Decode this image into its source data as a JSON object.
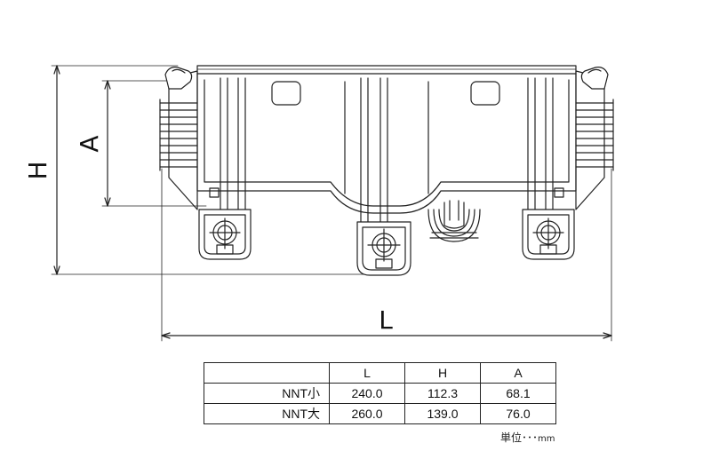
{
  "drawing": {
    "dim_labels": {
      "length": "L",
      "height": "H",
      "a": "A"
    }
  },
  "table": {
    "headers": [
      "",
      "L",
      "H",
      "A"
    ],
    "rows": [
      {
        "name": "NNT小",
        "L": "240.0",
        "H": "112.3",
        "A": "68.1"
      },
      {
        "name": "NNT大",
        "L": "260.0",
        "H": "139.0",
        "A": "76.0"
      }
    ]
  },
  "unit_note": {
    "prefix": "単位･･･",
    "unit": "mm"
  }
}
